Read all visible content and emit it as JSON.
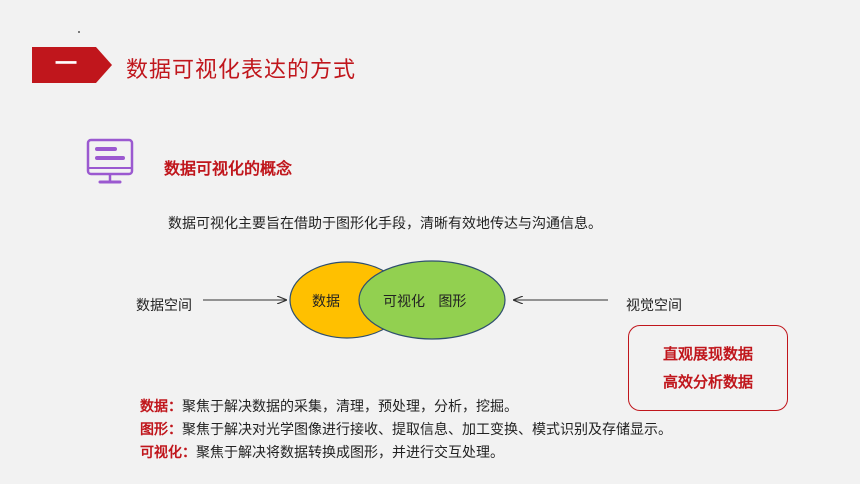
{
  "section": {
    "number": "一",
    "title": "数据可视化表达的方式"
  },
  "concept": {
    "subtitle": "数据可视化的概念",
    "description": "数据可视化主要旨在借助于图形化手段，清晰有效地传达与沟通信息。"
  },
  "diagram": {
    "left_label": "数据空间",
    "right_label": "视觉空间",
    "circle_left": "数据",
    "circle_right": "可视化   图形",
    "colors": {
      "left_circle": "#ffc000",
      "right_circle": "#92d050",
      "stroke": "#2f4f6f"
    }
  },
  "highlight_box": {
    "line1": "直观展现数据",
    "line2": "高效分析数据"
  },
  "definitions": [
    {
      "term": "数据：",
      "text": "聚焦于解决数据的采集，清理，预处理，分析，挖掘。"
    },
    {
      "term": "图形：",
      "text": "聚焦于解决对光学图像进行接收、提取信息、加工变换、模式识别及存储显示。"
    },
    {
      "term": "可视化：",
      "text": "聚焦于解决将数据转换成图形，并进行交互处理。"
    }
  ],
  "colors": {
    "accent": "#c0161c",
    "icon": "#9b59d0"
  },
  "icons": {
    "section": "arrow-badge",
    "concept": "monitor-icon"
  }
}
